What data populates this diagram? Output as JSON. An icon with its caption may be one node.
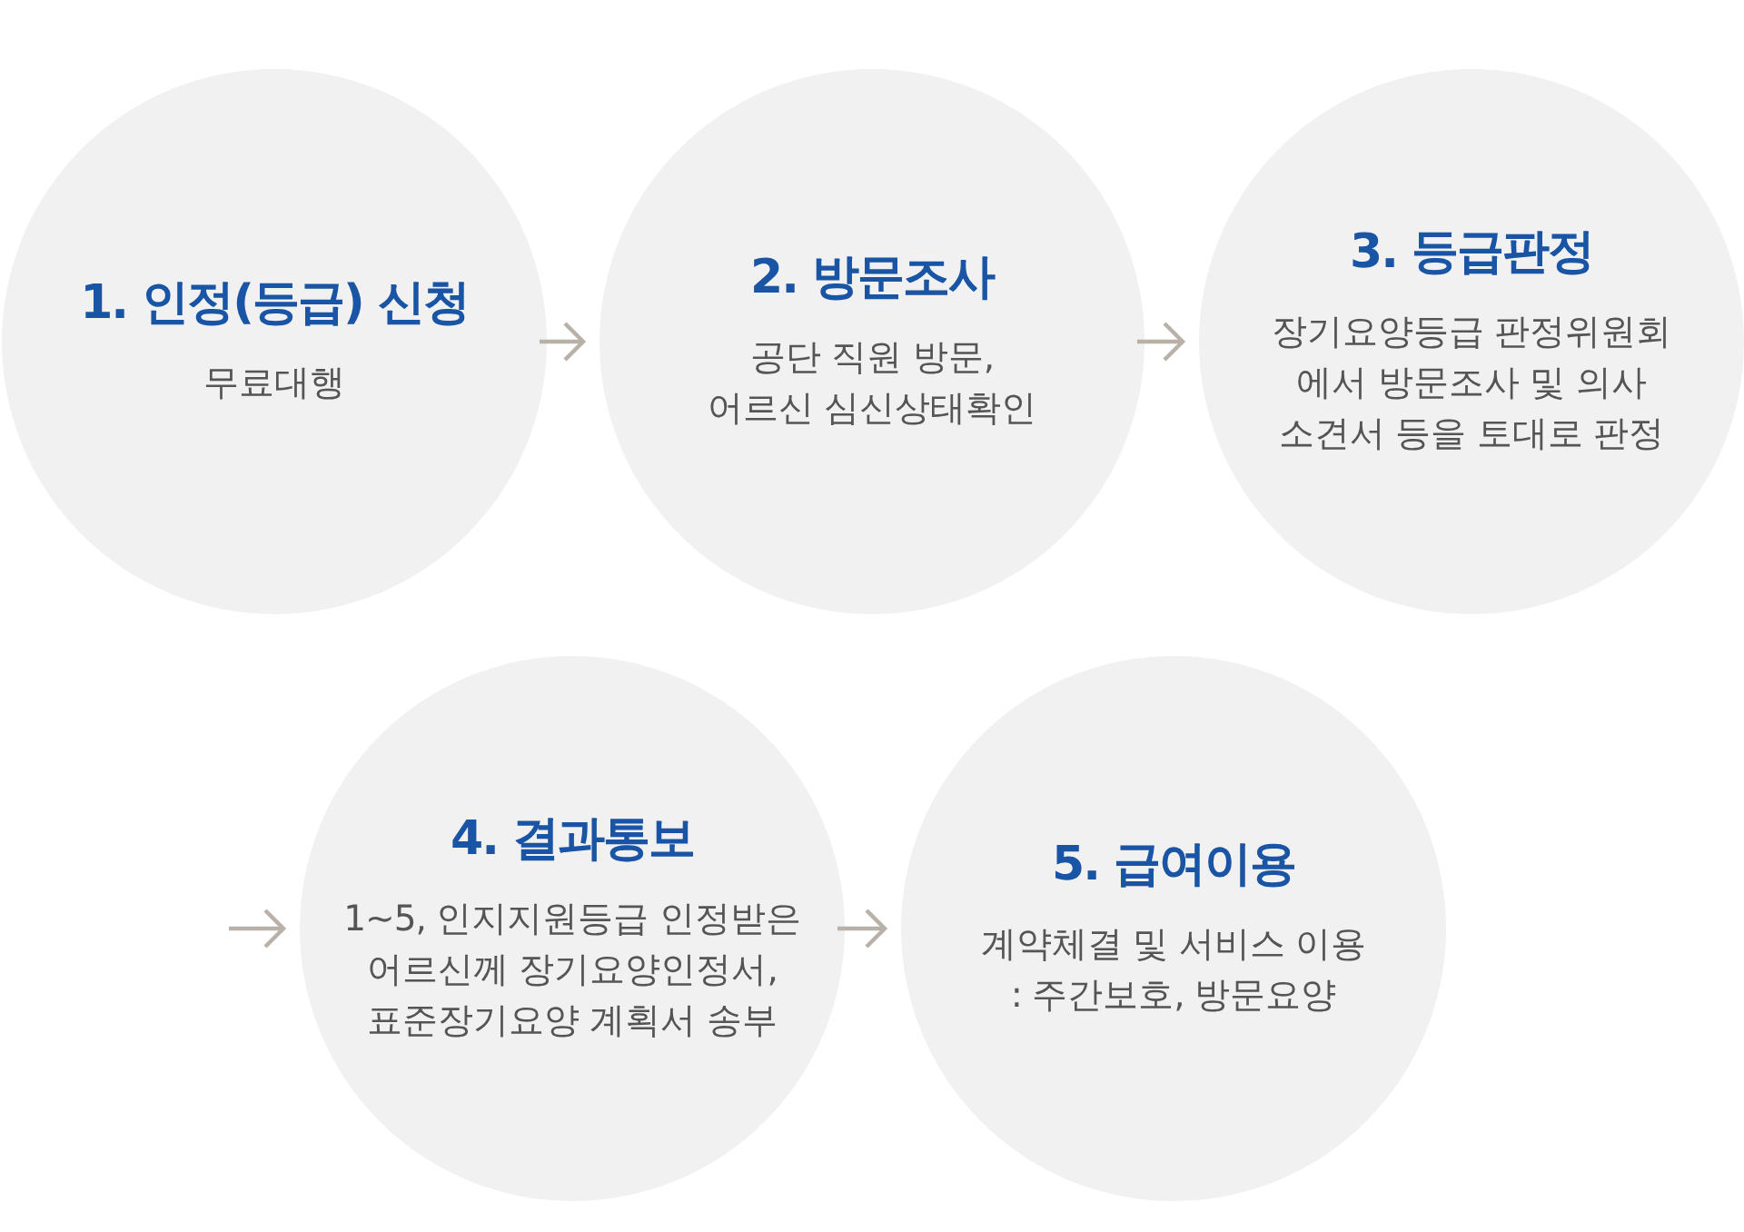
{
  "diagram": {
    "nodes": [
      {
        "text": [
          "1. 인정(등급) 신청",
          "무료대행"
        ]
      },
      {
        "text": [
          "2. 방문조사",
          "공단 직원 방문, 어르신 심신상태확인"
        ]
      },
      {
        "text": [
          "3. 등급판정",
          "장기요양등급 판정위원회 에서 방문조사 및 의사 소견서 등을 토대로 판정"
        ]
      },
      {
        "text": [
          "4. 결과통보",
          "1~5, 인지지원등급 인정받은 어르신께 장기요양인정서, 표준장기요양 계획서 송부"
        ]
      },
      {
        "text": [
          "5. 급여이용",
          "계약체결 및 서비스 이용 : 주간보호, 방문요양"
        ]
      }
    ],
    "edges": [
      {
        "from": 0,
        "to": 1,
        "arrow": "to"
      },
      {
        "from": 1,
        "to": 2,
        "arrow": "to"
      },
      {
        "from": null,
        "to": 3,
        "arrow": "to"
      },
      {
        "from": 3,
        "to": 4,
        "arrow": "to"
      }
    ]
  }
}
